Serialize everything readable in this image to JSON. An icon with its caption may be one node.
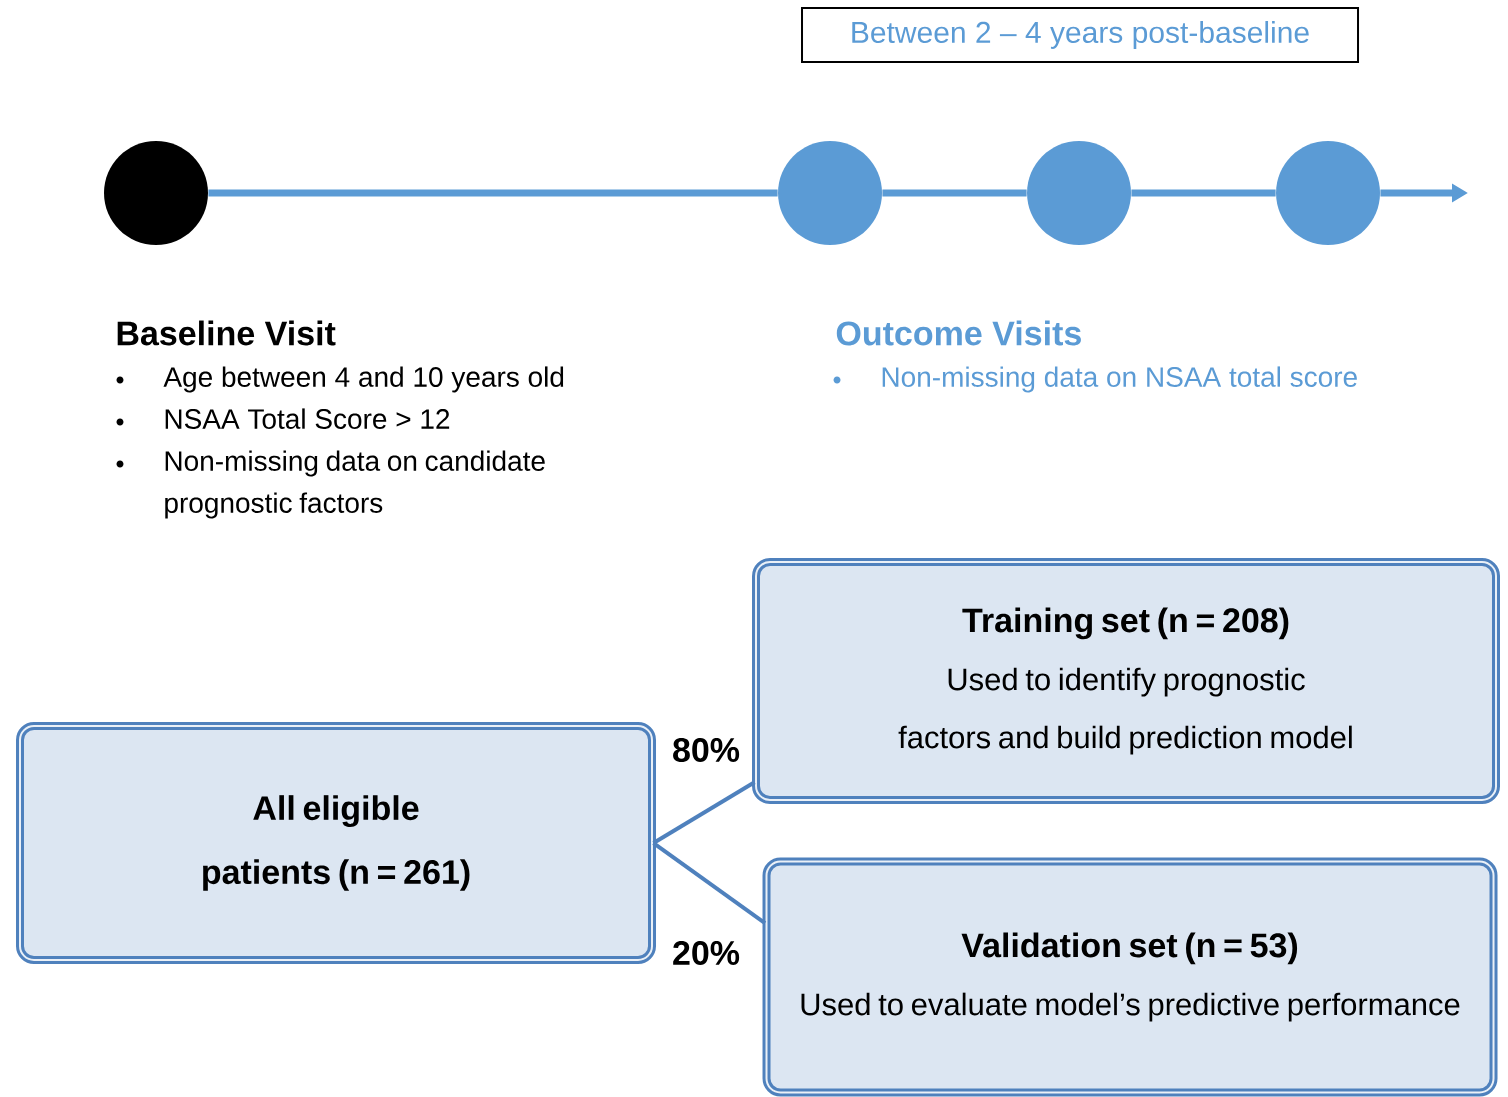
{
  "diagram": {
    "nodes": [
      {
        "text": [
          "Between 2 – 4 years post-baseline"
        ]
      },
      {
        "text": [],
        "shape": "circle"
      },
      {
        "text": [],
        "shape": "circle"
      },
      {
        "text": [],
        "shape": "circle"
      },
      {
        "text": [],
        "shape": "circle"
      },
      {
        "text": [
          "All eligible patients (n = 261)"
        ]
      },
      {
        "text": [
          "Training set (n = 208)",
          "Used to identify prognostic factors and build prediction model"
        ]
      },
      {
        "text": [
          "Validation set (n = 53)",
          "Used to evaluate model’s predictive performance"
        ]
      }
    ],
    "edges": [
      {
        "from": 1,
        "to": 2,
        "arrow": "none"
      },
      {
        "from": 2,
        "to": 3,
        "arrow": "none"
      },
      {
        "from": 3,
        "to": 4,
        "arrow": "none"
      },
      {
        "from": 4,
        "to": null,
        "arrow": "to"
      },
      {
        "from": 5,
        "to": 6,
        "arrow": "none",
        "label": "80%"
      },
      {
        "from": 5,
        "to": 7,
        "arrow": "none",
        "label": "20%"
      }
    ],
    "labels": [
      "Baseline Visit",
      "Age between 4 and 10 years old",
      "NSAA Total Score > 12",
      "Non-missing data on candidate prognostic factors",
      "Outcome Visits",
      "Non-missing data on NSAA total score"
    ]
  }
}
